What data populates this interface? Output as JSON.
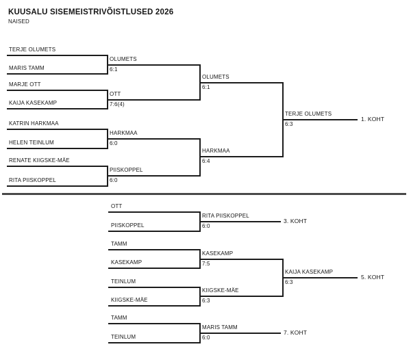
{
  "header": {
    "title": "KUUSALU SISEMEISTRIVÕISTLUSED 2026",
    "subtitle": "NAISED"
  },
  "colors": {
    "ink": "#1c1c1c",
    "divider": "#4a4a4a",
    "background": "#ffffff"
  },
  "main_bracket": {
    "round1": [
      {
        "p1": "TERJE OLUMETS",
        "p2": "MARIS TAMM",
        "winner": "OLUMETS",
        "score": "6:1"
      },
      {
        "p1": "MARJE OTT",
        "p2": "KAIJA KASEKAMP",
        "winner": "OTT",
        "score": "7:6(4)"
      },
      {
        "p1": "KATRIN HARKMAA",
        "p2": "HELEN TEINLUM",
        "winner": "HARKMAA",
        "score": "6:0"
      },
      {
        "p1": "RENATE KIIGSKE-MÄE",
        "p2": "RITA PIISKOPPEL",
        "winner": "PIISKOPPEL",
        "score": "6:0"
      }
    ],
    "semifinals": [
      {
        "winner": "OLUMETS",
        "score": "6:1"
      },
      {
        "winner": "HARKMAA",
        "score": "6:4"
      }
    ],
    "final": {
      "winner": "TERJE OLUMETS",
      "score": "6:3",
      "place": "1. KOHT"
    }
  },
  "consolation_bracket": {
    "third_place_match": {
      "p1": "OTT",
      "p2": "PIISKOPPEL",
      "winner": "RITA PIISKOPPEL",
      "score": "6:0",
      "place": "3. KOHT"
    },
    "fifth_place": {
      "semifinals": [
        {
          "p1": "TAMM",
          "p2": "KASEKAMP",
          "winner": "KASEKAMP",
          "score": "7:5"
        },
        {
          "p1": "TEINLUM",
          "p2": "KIIGSKE-MÄE",
          "winner": "KIIGSKE-MÄE",
          "score": "6:3"
        }
      ],
      "final": {
        "winner": "KAIJA KASEKAMP",
        "score": "6:3",
        "place": "5. KOHT"
      }
    },
    "seventh_place_match": {
      "p1": "TAMM",
      "p2": "TEINLUM",
      "winner": "MARIS TAMM",
      "score": "6:0",
      "place": "7. KOHT"
    }
  }
}
